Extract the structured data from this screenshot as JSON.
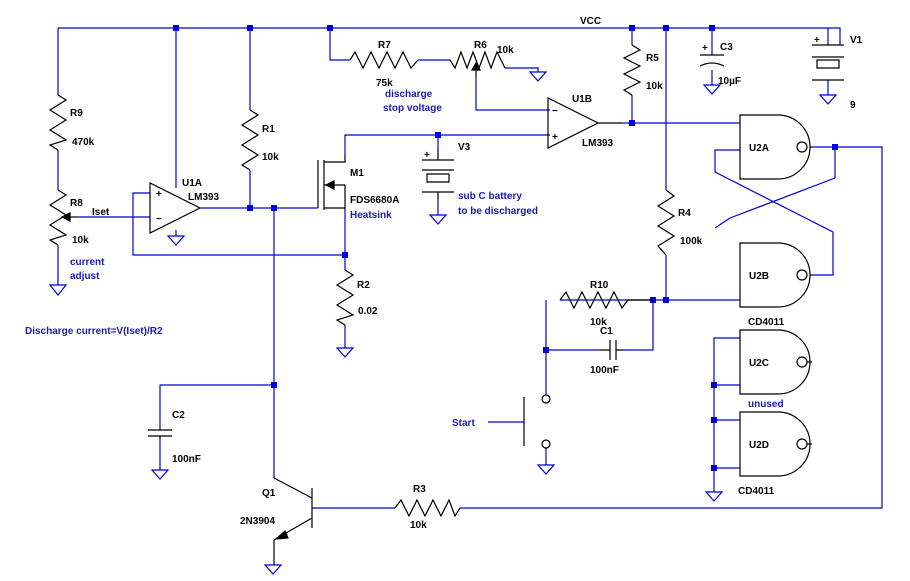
{
  "nets": {
    "vcc": "VCC",
    "iset": "Iset"
  },
  "components": {
    "r1": {
      "ref": "R1",
      "value": "10k"
    },
    "r2": {
      "ref": "R2",
      "value": "0.02"
    },
    "r3": {
      "ref": "R3",
      "value": "10k"
    },
    "r4": {
      "ref": "R4",
      "value": "100k"
    },
    "r5": {
      "ref": "R5",
      "value": "10k"
    },
    "r6": {
      "ref": "R6",
      "value": "10k"
    },
    "r7": {
      "ref": "R7",
      "value": "75k"
    },
    "r8": {
      "ref": "R8",
      "value": "10k"
    },
    "r9": {
      "ref": "R9",
      "value": "470k"
    },
    "r10": {
      "ref": "R10",
      "value": "10k"
    },
    "c1": {
      "ref": "C1",
      "value": "100nF"
    },
    "c2": {
      "ref": "C2",
      "value": "100nF"
    },
    "c3": {
      "ref": "C3",
      "value": "10µF"
    },
    "v1": {
      "ref": "V1",
      "value": "9"
    },
    "v3": {
      "ref": "V3",
      "value": "sub C battery",
      "value2": "to be discharged"
    },
    "m1": {
      "ref": "M1",
      "value": "FDS6680A",
      "value2": "Heatsink"
    },
    "q1": {
      "ref": "Q1",
      "value": "2N3904"
    },
    "u1a": {
      "ref": "U1A",
      "value": "LM393"
    },
    "u1b": {
      "ref": "U1B",
      "value": "LM393"
    },
    "u2a": {
      "ref": "U2A"
    },
    "u2b": {
      "ref": "U2B",
      "value": "CD4011"
    },
    "u2c": {
      "ref": "U2C"
    },
    "u2d": {
      "ref": "U2D",
      "value": "CD4011"
    }
  },
  "notes": {
    "discharge_stop_1": "discharge",
    "discharge_stop_2": "stop voltage",
    "current_adjust_1": "current",
    "current_adjust_2": "adjust",
    "formula": "Discharge current=V(Iset)/R2",
    "unused": "unused",
    "start": "Start"
  },
  "pins": {
    "plus": "+",
    "minus": "−"
  }
}
